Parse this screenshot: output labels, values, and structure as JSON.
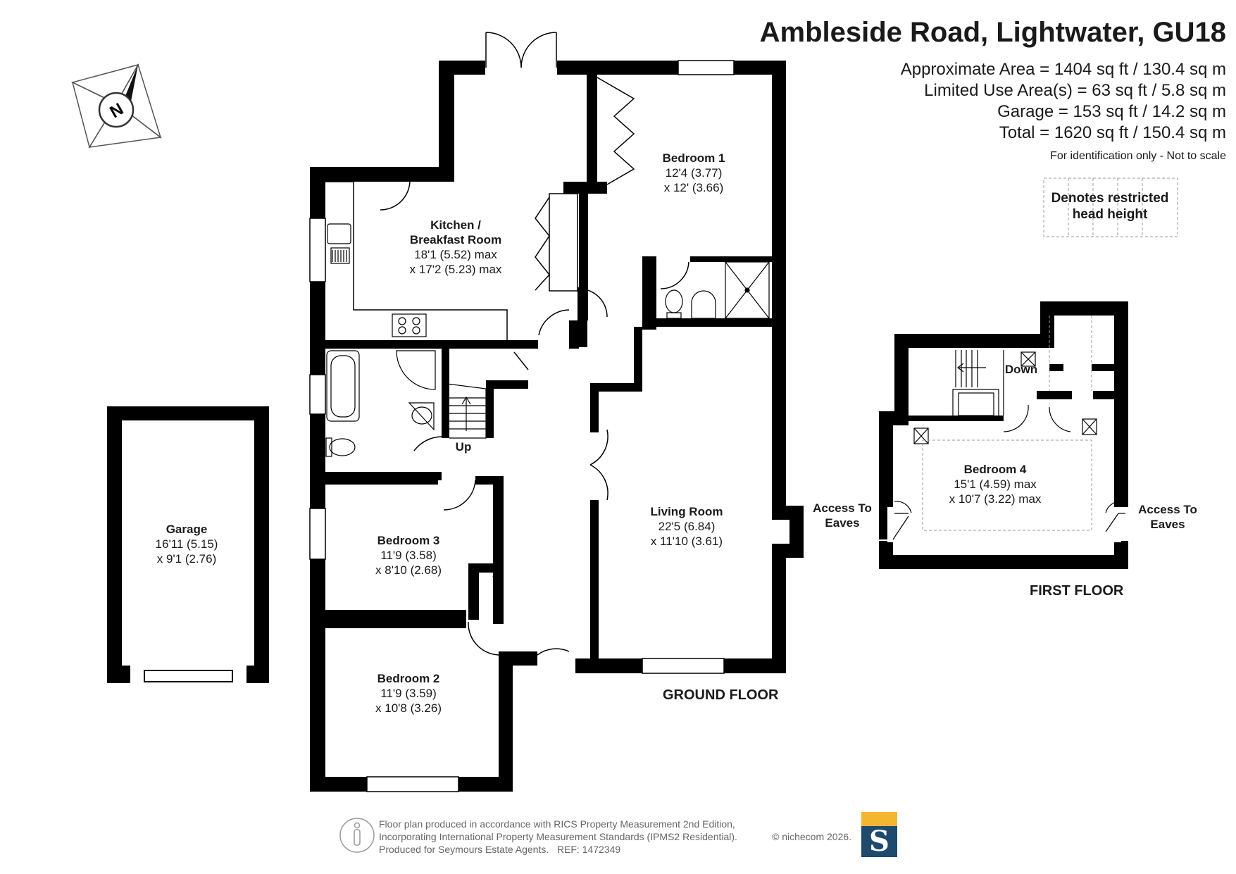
{
  "header": {
    "title": "Ambleside Road, Lightwater, GU18",
    "approx_area": "Approximate Area = 1404 sq ft / 130.4 sq m",
    "limited_use": "Limited Use Area(s) = 63 sq ft / 5.8 sq m",
    "garage_area": "Garage = 153 sq ft / 14.2 sq m",
    "total": "Total = 1620 sq ft / 150.4 sq m",
    "ident": "For identification only - Not to scale"
  },
  "legend": {
    "line1": "Denotes restricted",
    "line2": "head height"
  },
  "compass": {
    "label": "N"
  },
  "ground_floor": {
    "label": "GROUND FLOOR",
    "kitchen": {
      "name": "Kitchen /",
      "name2": "Breakfast Room",
      "dim1": "18'1 (5.52) max",
      "dim2": "x 17'2 (5.23) max"
    },
    "bedroom1": {
      "name": "Bedroom 1",
      "dim1": "12'4 (3.77)",
      "dim2": "x 12' (3.66)"
    },
    "living": {
      "name": "Living Room",
      "dim1": "22'5 (6.84)",
      "dim2": "x 11'10 (3.61)"
    },
    "bedroom3": {
      "name": "Bedroom 3",
      "dim1": "11'9 (3.58)",
      "dim2": "x 8'10 (2.68)"
    },
    "bedroom2": {
      "name": "Bedroom 2",
      "dim1": "11'9 (3.59)",
      "dim2": "x 10'8 (3.26)"
    },
    "stairs": "Up"
  },
  "garage": {
    "name": "Garage",
    "dim1": "16'11 (5.15)",
    "dim2": "x 9'1 (2.76)"
  },
  "first_floor": {
    "label": "FIRST FLOOR",
    "bedroom4": {
      "name": "Bedroom 4",
      "dim1": "15'1 (4.59) max",
      "dim2": "x 10'7 (3.22) max"
    },
    "stairs": "Down",
    "eaves_left": {
      "line1": "Access To",
      "line2": "Eaves"
    },
    "eaves_right": {
      "line1": "Access To",
      "line2": "Eaves"
    }
  },
  "footer": {
    "line1": "Floor plan produced in accordance with RICS Property Measurement 2nd Edition,",
    "line2": "Incorporating International Property Measurement Standards (IPMS2 Residential).",
    "line3": "Produced for Seymours Estate Agents.",
    "ref": "REF: 1472349",
    "copyright": "© nichecom 2026.",
    "logo_letter": "S"
  },
  "colors": {
    "wall": "#000000",
    "logo_top": "#f2b632",
    "logo_bottom": "#1e4a6e"
  }
}
